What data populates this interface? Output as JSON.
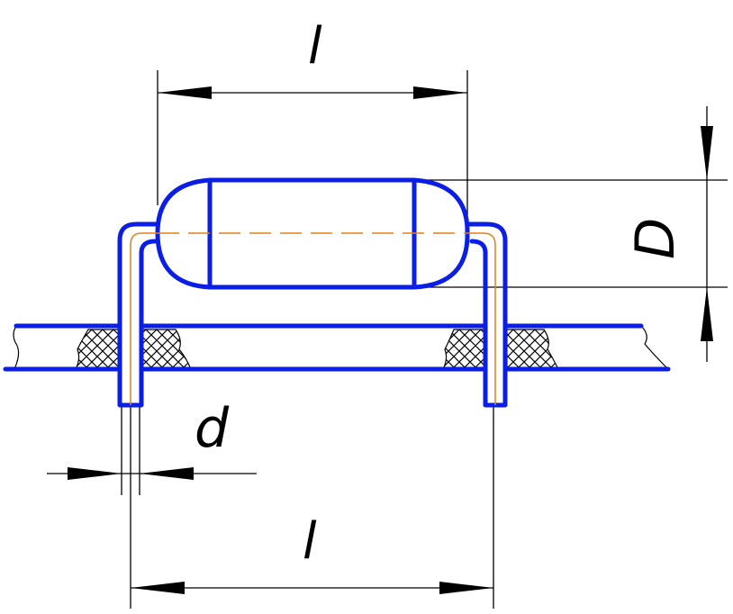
{
  "labels": {
    "body_length": "l",
    "lead_span": "l",
    "body_diameter": "D",
    "lead_diameter": "d"
  },
  "colors": {
    "outline": "#0a1ee6",
    "axis": "#e0801a",
    "dimension": "#000000",
    "background": "#ffffff"
  }
}
